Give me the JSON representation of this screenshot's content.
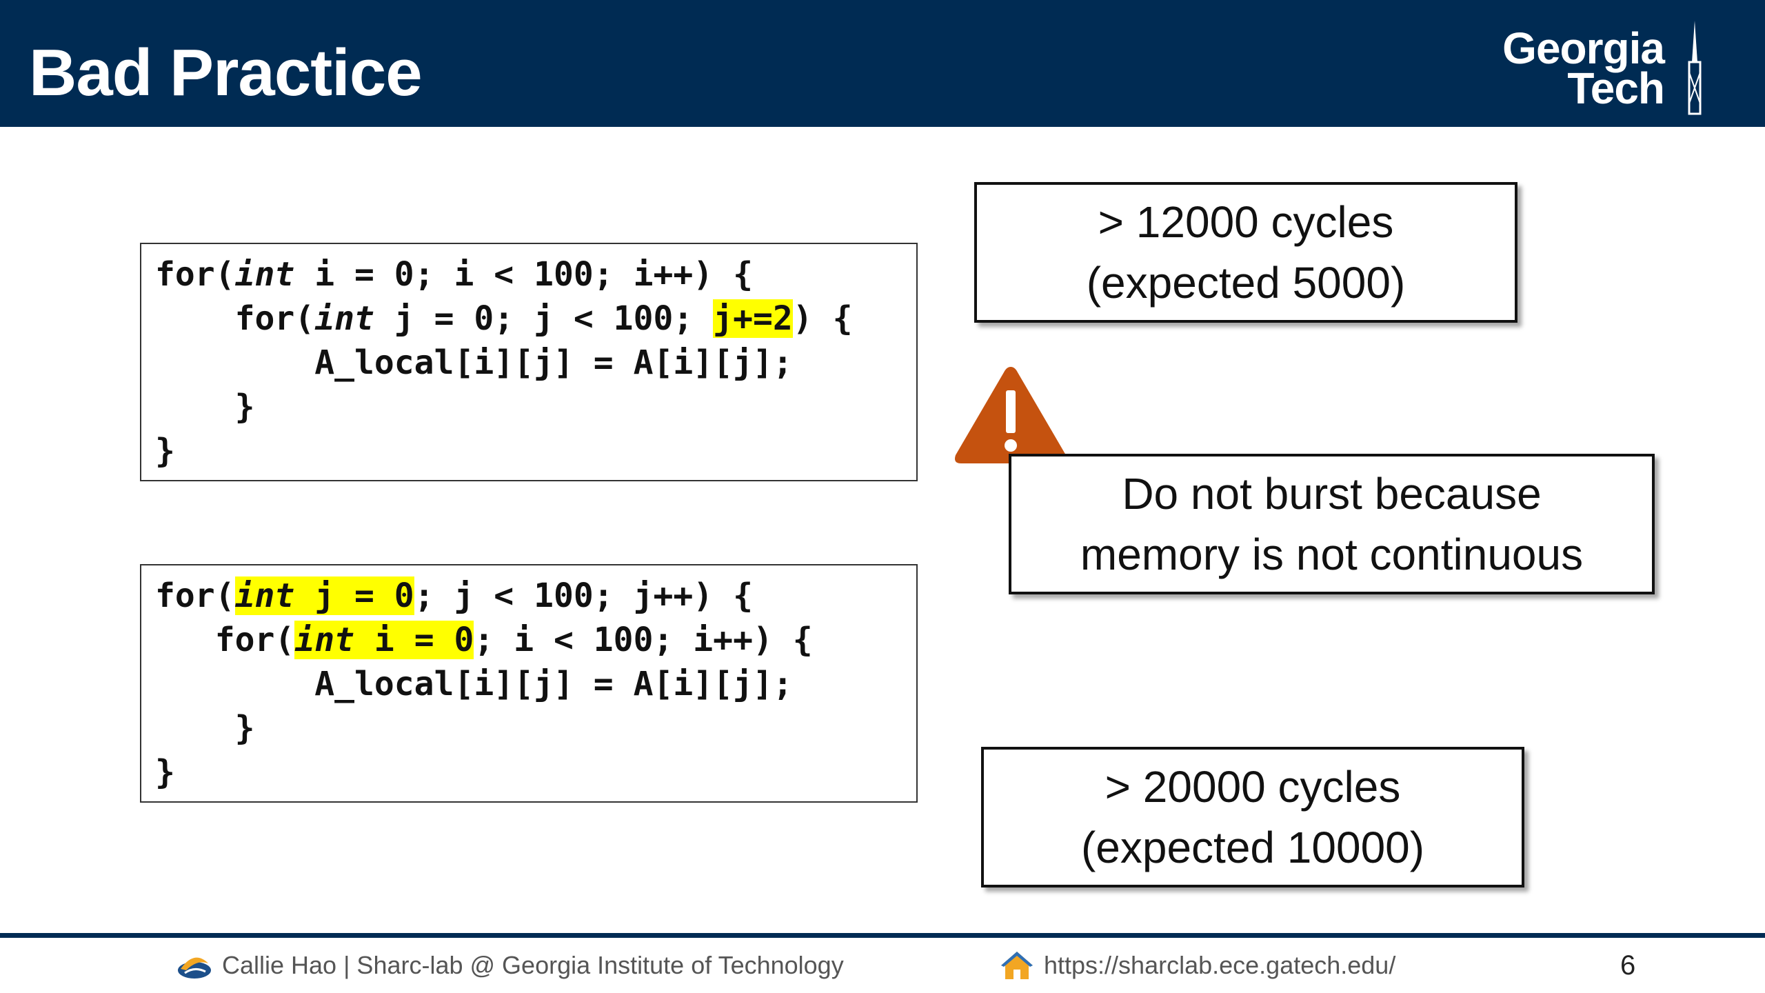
{
  "slide": {
    "title": "Bad Practice",
    "logo": {
      "line1": "Georgia",
      "line2": "Tech"
    },
    "page_number": "6"
  },
  "code_block_1": {
    "lines": [
      [
        "for(",
        {
          "k": "int"
        },
        " i = 0; i < 100; i++) {"
      ],
      [
        "    for(",
        {
          "k": "int"
        },
        " j = 0; j < 100; ",
        {
          "h": "j+=2"
        },
        ") {"
      ],
      [
        "        A_local[i][j] = A[i][j];"
      ],
      [
        "    }"
      ],
      [
        "}"
      ]
    ]
  },
  "code_block_2": {
    "lines": [
      [
        "for(",
        {
          "kh": "int"
        },
        {
          "h": " j = 0"
        },
        "; j < 100; j++) {"
      ],
      [
        "   for(",
        {
          "kh": "int"
        },
        {
          "h": " i = 0"
        },
        "; i < 100; i++) {"
      ],
      [
        "        A_local[i][j] = A[i][j];"
      ],
      [
        "    }"
      ],
      [
        "}"
      ]
    ]
  },
  "callouts": {
    "top": {
      "line1": "> 12000 cycles",
      "line2": "(expected 5000)"
    },
    "middle": {
      "line1": "Do not burst because",
      "line2": "memory is not continuous"
    },
    "bottom": {
      "line1": "> 20000 cycles",
      "line2": "(expected 10000)"
    }
  },
  "warning_icon": {
    "icon": "warning-triangle-icon",
    "color": "#c5520f"
  },
  "footer": {
    "left_text": "Callie Hao | Sharc-lab @ Georgia Institute of Technology",
    "url_text": "https://sharclab.ece.gatech.edu/"
  },
  "colors": {
    "header_bg": "#002b53",
    "highlight": "#ffff00"
  }
}
